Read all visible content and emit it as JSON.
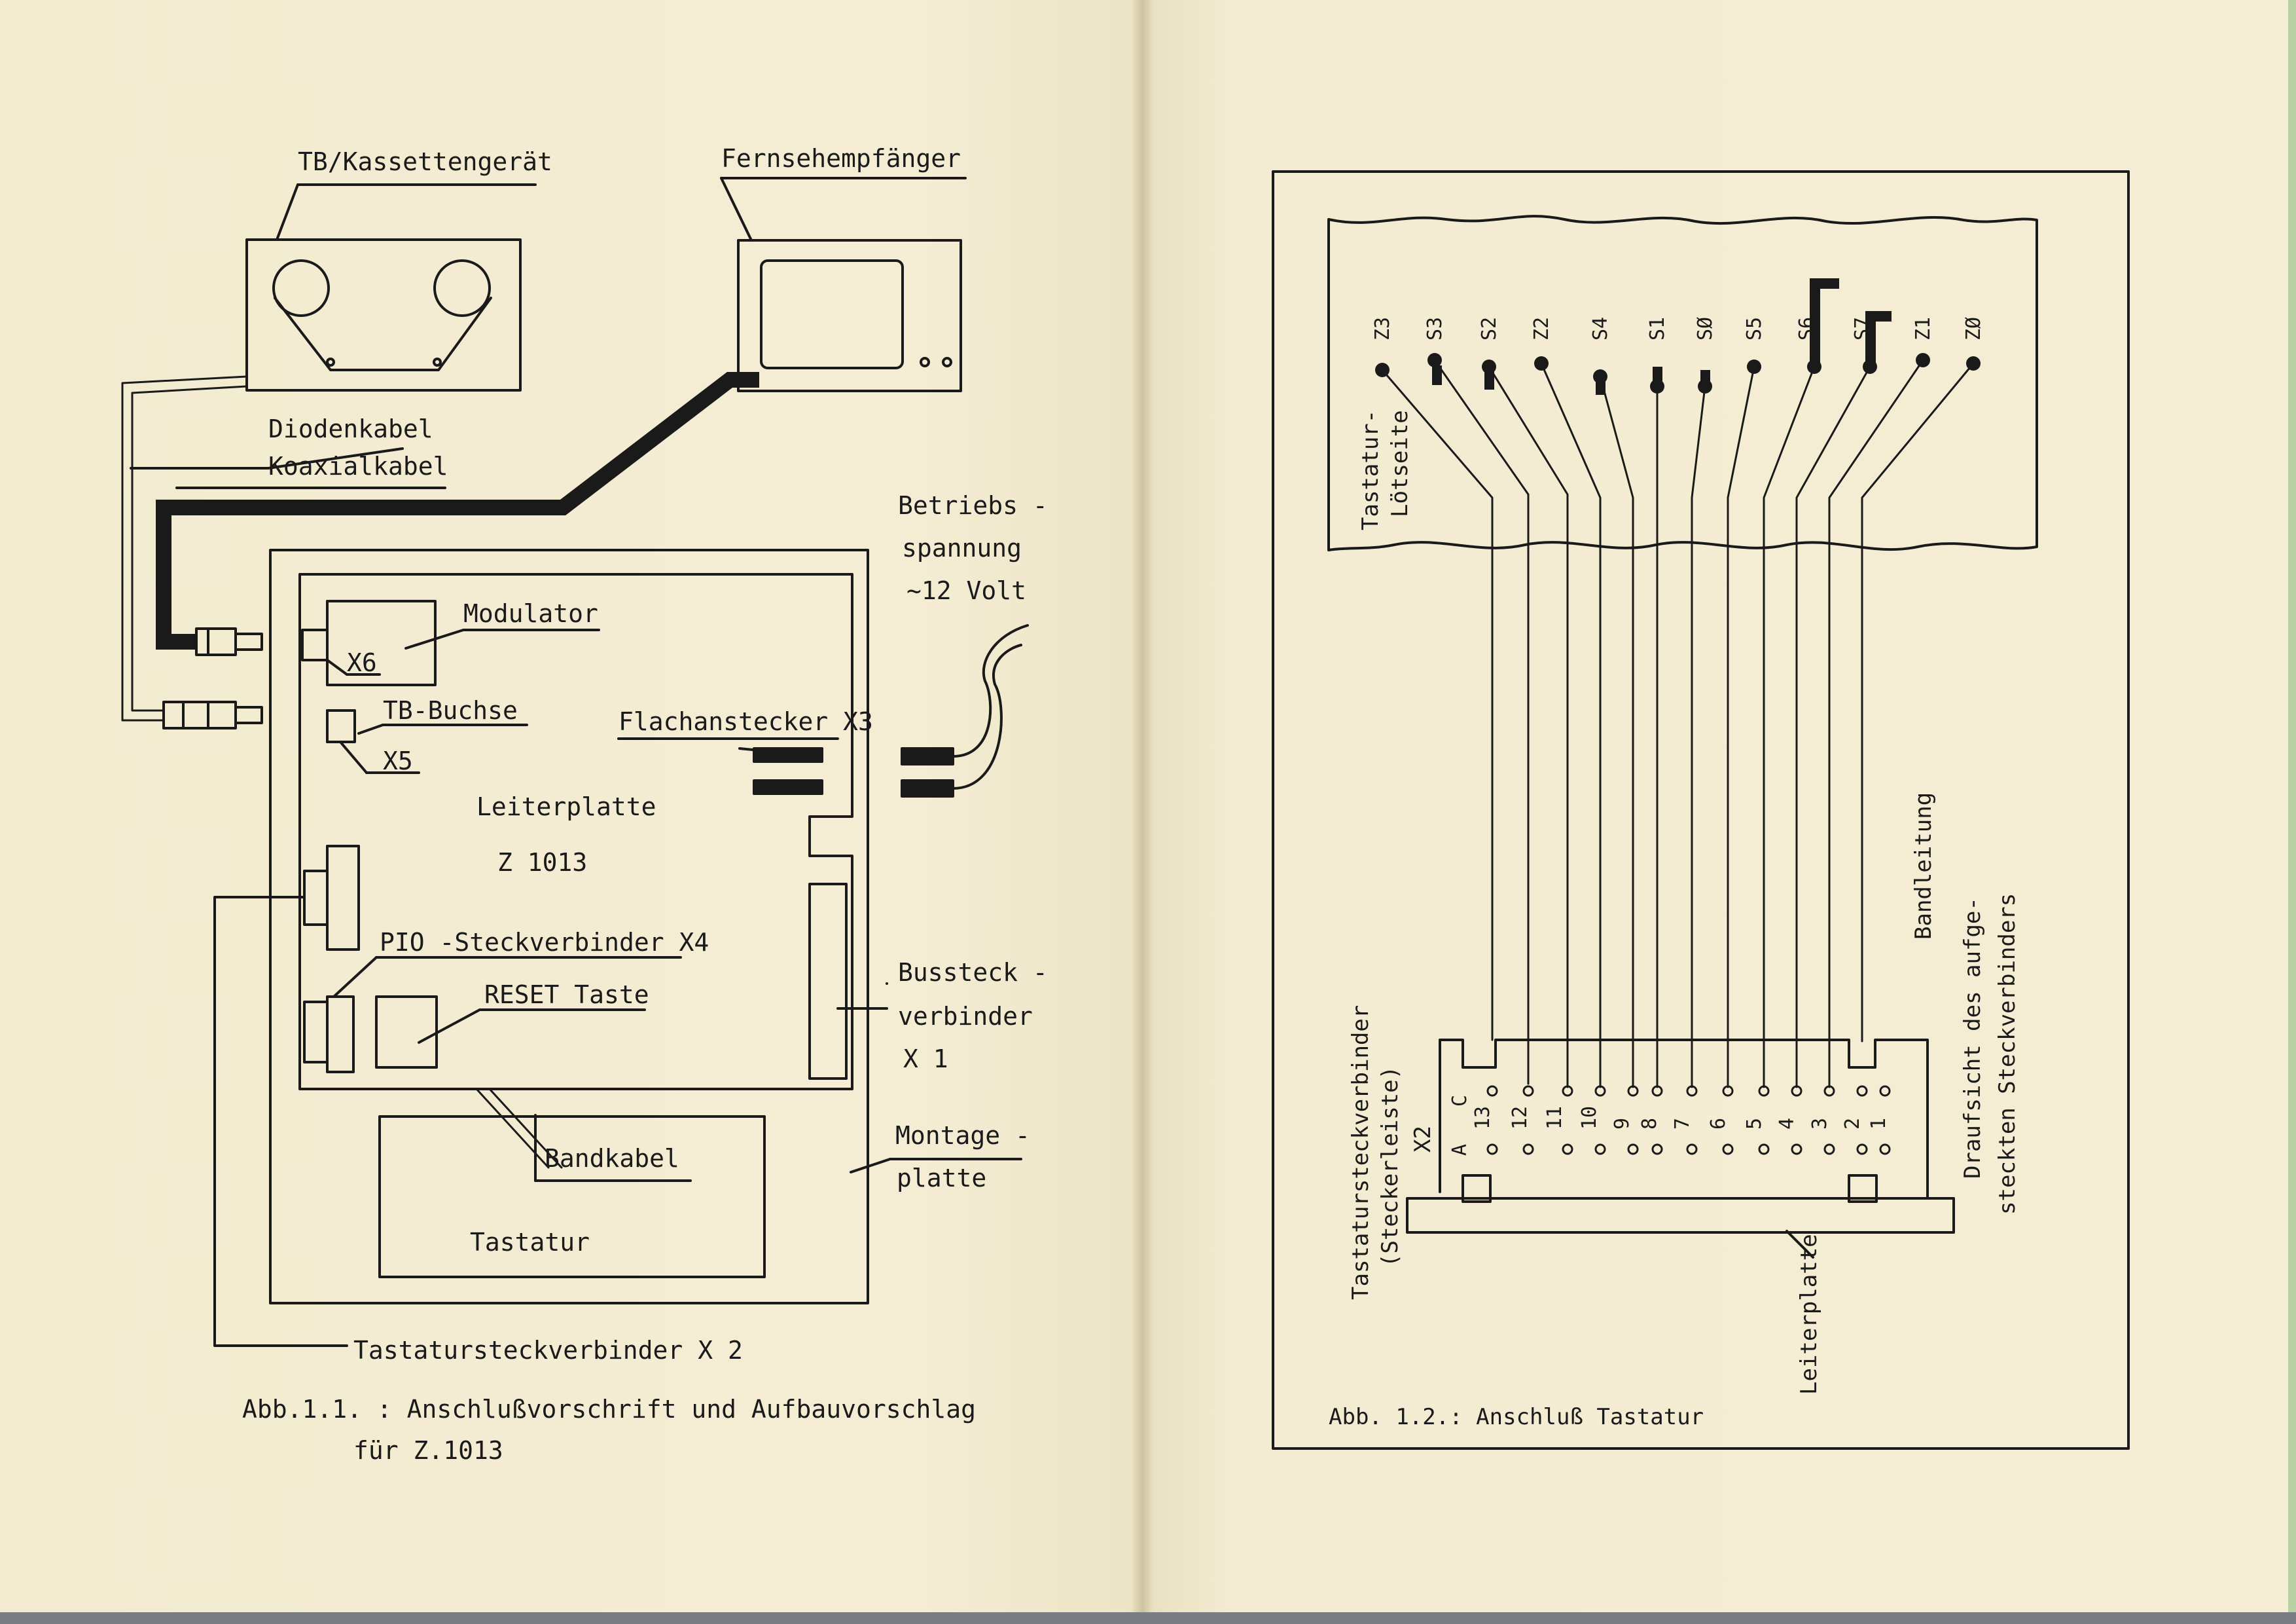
{
  "left_page": {
    "labels": {
      "tape_device": "TB/Kassettengerät",
      "tv_receiver": "Fernsehempfänger",
      "diode_cable": "Diodenkabel",
      "coax_cable": "Koaxialkabel",
      "supply_line1": "Betriebs -",
      "supply_line2": "spannung",
      "supply_line3": "~12 Volt",
      "modulator": "Modulator",
      "x6": "X6",
      "tb_socket": "TB-Buchse",
      "x5": "X5",
      "flat_plug": "Flachanstecker X3",
      "board_line1": "Leiterplatte",
      "board_line2": "Z 1013",
      "pio": "PIO -Steckverbinder X4",
      "reset": "RESET Taste",
      "bus_line1": "Bussteck -",
      "bus_line2": "verbinder",
      "bus_line3": "X 1",
      "ribbon": "Bandkabel",
      "keyboard": "Tastatur",
      "mount_line1": "Montage -",
      "mount_line2": "platte",
      "kbd_connector": "Tastatursteckverbinder X 2"
    },
    "caption_line1": "Abb.1.1. : Anschlußvorschrift und Aufbauvorschlag",
    "caption_line2": "für  Z.1013"
  },
  "right_page": {
    "top_signals": [
      "Z3",
      "S3",
      "S2",
      "Z2",
      "S4",
      "S1",
      "SØ",
      "S5",
      "S6",
      "S7",
      "Z1",
      "ZØ"
    ],
    "solder_side_line1": "Tastatur-",
    "solder_side_line2": "Lötseite",
    "ribbon": "Bandleitung",
    "top_view_line1": "Draufsicht des aufge-",
    "top_view_line2": "steckten Steckverbinders",
    "row_c_label": "C",
    "row_a_label": "A",
    "pin_numbers": [
      "13",
      "12",
      "11",
      "10",
      "9",
      "8",
      "7",
      "6",
      "5",
      "4",
      "3",
      "2",
      "1"
    ],
    "kbd_conn_line1": "Tastatursteckverbinder",
    "kbd_conn_line2": "(Steckerleiste)",
    "x2": "X2",
    "board": "Leiterplatte",
    "caption": "Abb. 1.2.: Anschluß  Tastatur"
  },
  "colors": {
    "paper": "#f3ecd2",
    "ink": "#1a1a1a",
    "edge_grey": "#7b7d83",
    "edge_green": "#b9cfa6"
  }
}
